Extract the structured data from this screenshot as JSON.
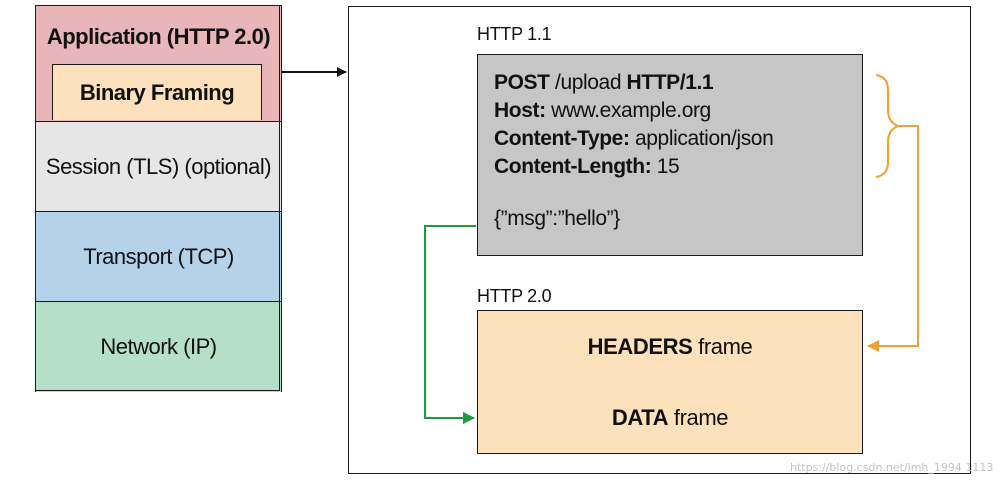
{
  "stack": {
    "application": "Application (HTTP 2.0)",
    "binary_framing": "Binary Framing",
    "session": "Session (TLS) (optional)",
    "transport": "Transport (TCP)",
    "network": "Network (IP)"
  },
  "http11": {
    "label": "HTTP 1.1",
    "line1_key": "POST",
    "line1_mid": " /upload ",
    "line1_end": "HTTP/1.1",
    "host_key": "Host:",
    "host_val": " www.example.org",
    "ctype_key": "Content-Type:",
    "ctype_val": " application/json",
    "clen_key": "Content-Length:",
    "clen_val": " 15",
    "body": "{”msg”:”hello”}"
  },
  "http20": {
    "label": "HTTP 2.0",
    "headers_bold": "HEADERS",
    "headers_rest": " frame",
    "data_bold": "DATA",
    "data_rest": " frame"
  },
  "colors": {
    "application": "#e8b5b9",
    "binary_framing": "#fde0bc",
    "session": "#e6e6e6",
    "transport": "#b4d3ea",
    "network": "#b6dfc7",
    "http11_box": "#c6c6c6",
    "frame": "#fde0bc",
    "orange_arrow": "#f0a030",
    "green_arrow": "#1f9a3c"
  },
  "watermark": "https://blog.csdn.net/lmh_1994 1113"
}
